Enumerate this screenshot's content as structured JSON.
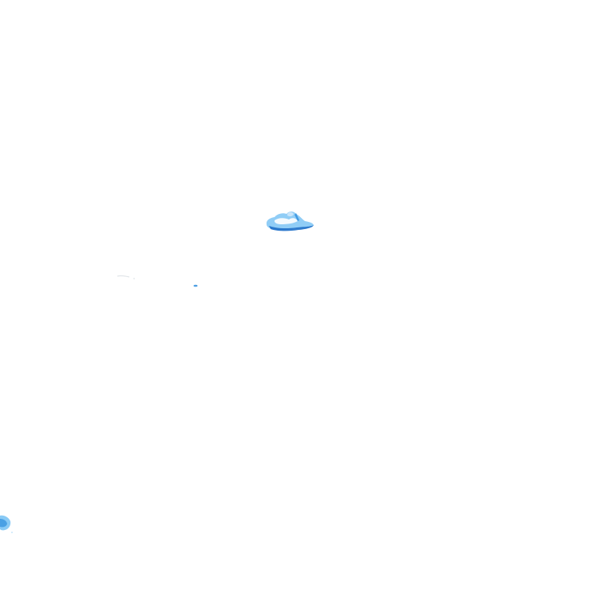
{
  "scene": {
    "background_color": "#ffffff",
    "palette": {
      "light_blue": "#7cc4f4",
      "mid_blue": "#3a95e0",
      "deep_blue": "#1e6fc8",
      "pale_blue": "#cfe8fb",
      "faint_gray": "#d8dde2"
    },
    "elements": [
      "cloud-blob",
      "small-speck",
      "faint-streak",
      "corner-blob"
    ]
  }
}
